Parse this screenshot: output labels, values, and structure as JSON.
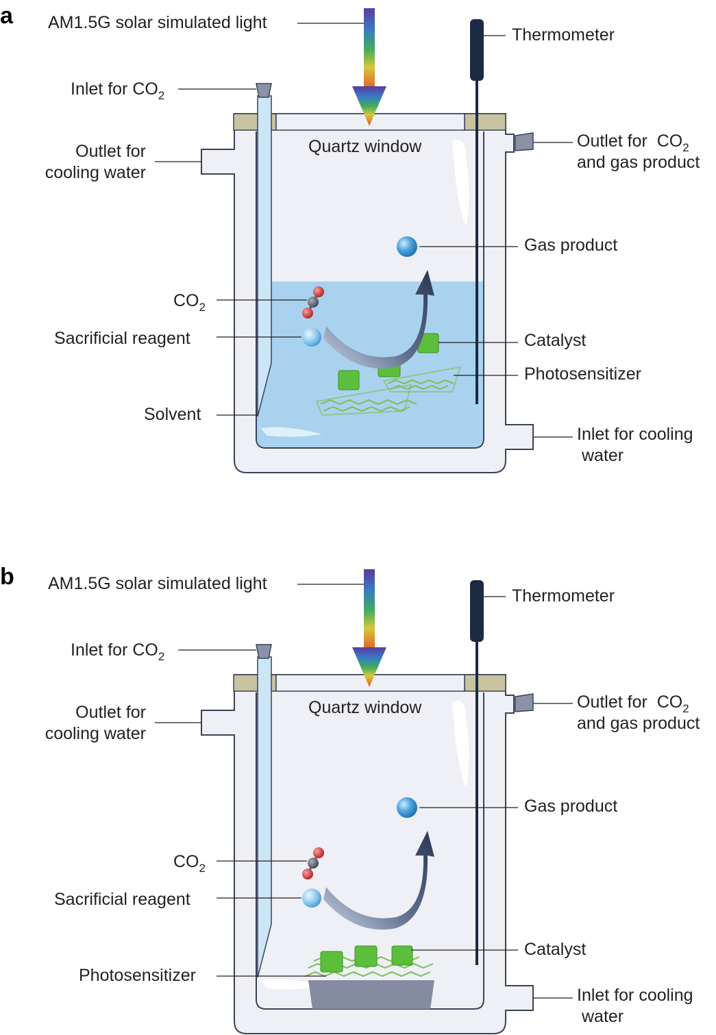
{
  "panels": [
    {
      "letter": "a",
      "labels": {
        "light": "AM1.5G solar simulated light",
        "thermometer": "Thermometer",
        "inlet_co2": "Inlet for CO",
        "inlet_co2_sub": "2",
        "outlet_cooling_1": "Outlet for",
        "outlet_cooling_2": "cooling water",
        "quartz": "Quartz window",
        "outlet_gas_1": "Outlet for  CO",
        "outlet_gas_sub": "2",
        "outlet_gas_2": "and gas product",
        "gas_product": "Gas product",
        "co2": "CO",
        "co2_sub": "2",
        "sacrificial": "Sacrificial reagent",
        "catalyst": "Catalyst",
        "photosensitizer": "Photosensitizer",
        "solvent": "Solvent",
        "inlet_cooling_1": "Inlet for cooling",
        "inlet_cooling_2": "water"
      }
    },
    {
      "letter": "b",
      "labels": {
        "light": "AM1.5G solar simulated light",
        "thermometer": "Thermometer",
        "inlet_co2": "Inlet for CO",
        "inlet_co2_sub": "2",
        "outlet_cooling_1": "Outlet for",
        "outlet_cooling_2": "cooling water",
        "quartz": "Quartz window",
        "outlet_gas_1": "Outlet for  CO",
        "outlet_gas_sub": "2",
        "outlet_gas_2": "and gas product",
        "gas_product": "Gas product",
        "co2": "CO",
        "co2_sub": "2",
        "sacrificial": "Sacrificial reagent",
        "catalyst": "Catalyst",
        "photosensitizer": "Photosensitizer",
        "inlet_cooling_1": "Inlet for cooling",
        "inlet_cooling_2": "water"
      }
    }
  ],
  "colors": {
    "vessel_fill": "#eef0f5",
    "vessel_stroke": "#3a4256",
    "water": "#a9d2ef",
    "tube": "#cde6f7",
    "gasket": "#c9c3a2",
    "thermometer": "#1d2a44",
    "catalyst": "#5cbf3c",
    "photosensitizer": "#7dbe52",
    "co2_oxygen": "#d62b2b",
    "co2_carbon": "#55595f",
    "bubble": "#3f97d6",
    "arrow": "#33415c",
    "base": "#858ba0"
  }
}
